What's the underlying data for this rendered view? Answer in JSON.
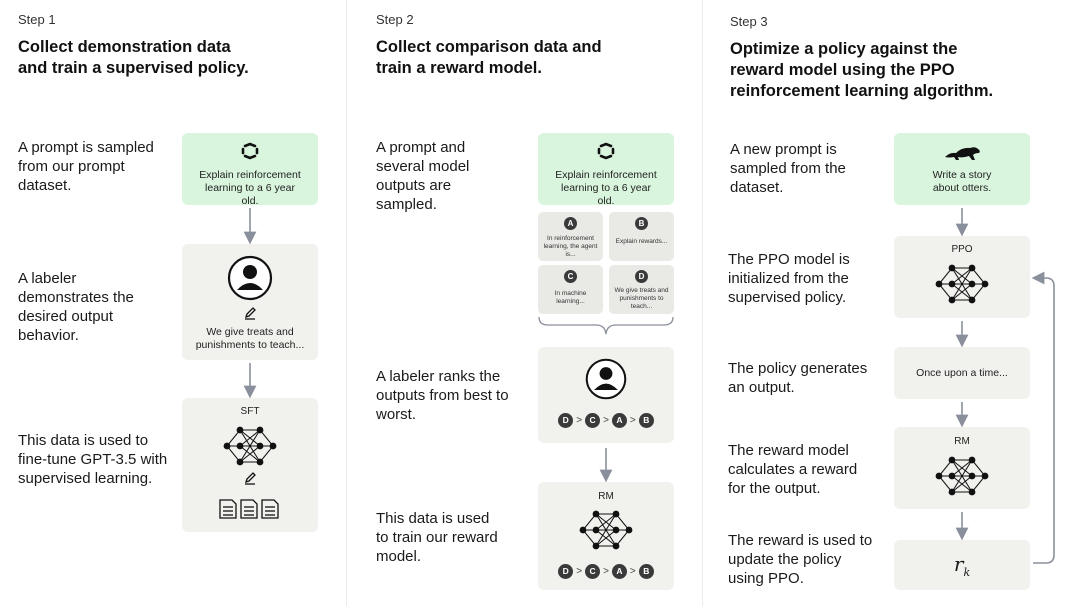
{
  "steps": [
    {
      "label": "Step 1",
      "title": "Collect demonstration data and train a supervised policy.",
      "descriptions": [
        "A prompt is sampled from our prompt dataset.",
        "A labeler demonstrates the desired output behavior.",
        "This data is used to fine-tune GPT-3.5 with supervised learning."
      ],
      "prompt_box": "Explain reinforcement learning to a 6 year old.",
      "demo_box": "We give treats and punishments to teach...",
      "model_label": "SFT"
    },
    {
      "label": "Step 2",
      "title": "Collect comparison data and train a reward model.",
      "descriptions": [
        "A prompt and several model outputs are sampled.",
        "A labeler ranks the outputs from best to worst.",
        "This data is used to train our reward model."
      ],
      "prompt_box": "Explain reinforcement learning to a 6 year old.",
      "outputs": [
        {
          "id": "A",
          "text": "In reinforcement learning, the agent is..."
        },
        {
          "id": "B",
          "text": "Explain rewards..."
        },
        {
          "id": "C",
          "text": "In machine learning..."
        },
        {
          "id": "D",
          "text": "We give treats and punishments to teach..."
        }
      ],
      "ranking": [
        "D",
        "C",
        "A",
        "B"
      ],
      "rank_sep": ">",
      "model_label": "RM"
    },
    {
      "label": "Step 3",
      "title": "Optimize a policy against the reward model using the PPO reinforcement learning algorithm.",
      "descriptions": [
        "A new prompt is sampled from the dataset.",
        "The PPO model is initialized from the supervised policy.",
        "The policy generates an output.",
        "The reward model calculates a reward for the output.",
        "The reward is used to update the policy using PPO."
      ],
      "prompt_box": "Write a story about otters.",
      "policy_label": "PPO",
      "output_box": "Once upon a time...",
      "rm_label": "RM",
      "reward_symbol": "r",
      "reward_subscript": "k"
    }
  ],
  "colors": {
    "prompt_box": "#d9f5de",
    "gray_box": "#f1f1ee",
    "arrow": "#8a8f9c",
    "badge": "#3a3a3a"
  }
}
